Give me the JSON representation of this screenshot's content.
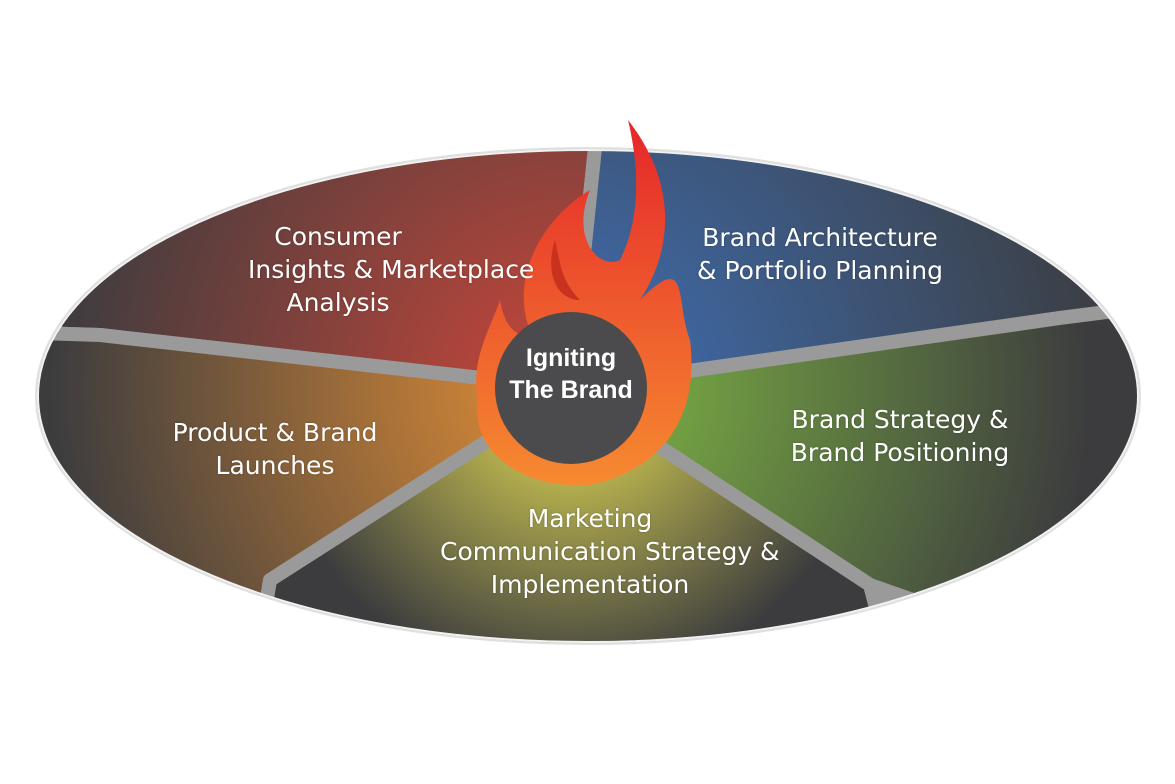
{
  "center": {
    "line1": "Igniting",
    "line2": "The Brand"
  },
  "segments": [
    {
      "id": "consumer",
      "lines": [
        "Consumer",
        "Insights & Marketplace",
        "Analysis"
      ],
      "color": "#c4463a"
    },
    {
      "id": "architecture",
      "lines": [
        "Brand Architecture",
        "& Portfolio Planning"
      ],
      "color": "#3e6db0"
    },
    {
      "id": "strategy",
      "lines": [
        "Brand Strategy &",
        "Brand Positioning"
      ],
      "color": "#7db443"
    },
    {
      "id": "marketing",
      "lines": [
        "Marketing",
        "Communication Strategy &",
        "Implementation"
      ],
      "color": "#d9d253"
    },
    {
      "id": "launches",
      "lines": [
        "Product & Brand",
        "Launches"
      ],
      "color": "#dc8b36"
    }
  ],
  "colors": {
    "outer": "#3c3c3e",
    "gap": "#9a9a9a",
    "hub": "#4b4b4d",
    "flame_outer": "#e8452a",
    "flame_inner": "#f47b30"
  }
}
